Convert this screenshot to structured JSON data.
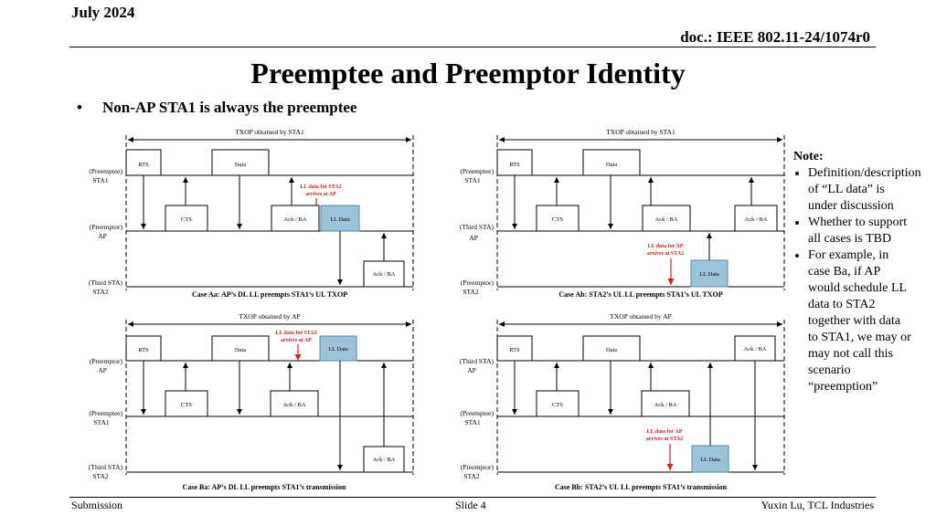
{
  "header": {
    "date": "July 2024",
    "doc": "doc.: IEEE 802.11-24/1074r0"
  },
  "title": "Preemptee and Preemptor Identity",
  "bullet": {
    "symbol": "•",
    "text": "Non-AP STA1 is always the preemptee"
  },
  "diagrams": {
    "aa": {
      "txop": "TXOP obtained by STA1",
      "rows": [
        "(Preemptee)",
        "STA1",
        "(Preemptor)",
        "AP",
        "(Third STA)",
        "STA2"
      ],
      "rts": "RTS",
      "data": "Data",
      "cts": "CTS",
      "ack1": "Ack / BA",
      "lldata": "LL Data",
      "ack2": "Ack / BA",
      "arrival": [
        "LL data for STA2",
        "arrives at AP"
      ],
      "caption": "Case Aa: AP’s DL LL preempts STA1’s UL TXOP"
    },
    "ab": {
      "txop": "TXOP obtained by STA1",
      "rows": [
        "(Preemptee)",
        "STA1",
        "(Third STA)",
        "AP",
        "(Preemptor)",
        "STA2"
      ],
      "rts": "RTS",
      "data": "Data",
      "cts": "CTS",
      "ack1": "Ack / BA",
      "ack2": "Ack / BA",
      "lldata": "LL Data",
      "arrival": [
        "LL data for AP",
        "arrives at STA2"
      ],
      "caption": "Case Ab: STA2’s UL LL preempts STA1’s UL TXOP"
    },
    "ba": {
      "txop": "TXOP obtained by AP",
      "rows": [
        "(Preemptor)",
        "AP",
        "(Preemptee)",
        "STA1",
        "(Third STA)",
        "STA2"
      ],
      "rts": "RTS",
      "data": "Data",
      "lldata": "LL Data",
      "cts": "CTS",
      "ack1": "Ack / BA",
      "ack2": "Ack / BA",
      "arrival": [
        "LL data for STA2",
        "arrives at AP"
      ],
      "caption": "Case Ba: AP’s DL LL preempts STA1’s transmission"
    },
    "bb": {
      "txop": "TXOP obtained by AP",
      "rows": [
        "(Third STA)",
        "AP",
        "(Preemptee)",
        "STA1",
        "(Preemptor)",
        "STA2"
      ],
      "rts": "RTS",
      "data": "Data",
      "ack2": "Ack / BA",
      "cts": "CTS",
      "ack1": "Ack / BA",
      "lldata": "LL Data",
      "arrival": [
        "LL data for AP",
        "arrives at STA2"
      ],
      "caption": "Case Bb: STA2’s UL LL preempts STA1’s transmission"
    }
  },
  "note": {
    "title": "Note:",
    "items": [
      "Definition/description of “LL data” is under discussion",
      "Whether to support all cases is TBD",
      "For example, in case Ba, if AP would schedule LL data to STA2 together with data to STA1, we may or may not call this scenario “preemption”"
    ]
  },
  "footer": {
    "left": "Submission",
    "center": "Slide 4",
    "right": "Yuxin Lu, TCL Industries"
  },
  "colors": {
    "ll_fill": "#9dc3d9",
    "arrival": "#d62020"
  }
}
